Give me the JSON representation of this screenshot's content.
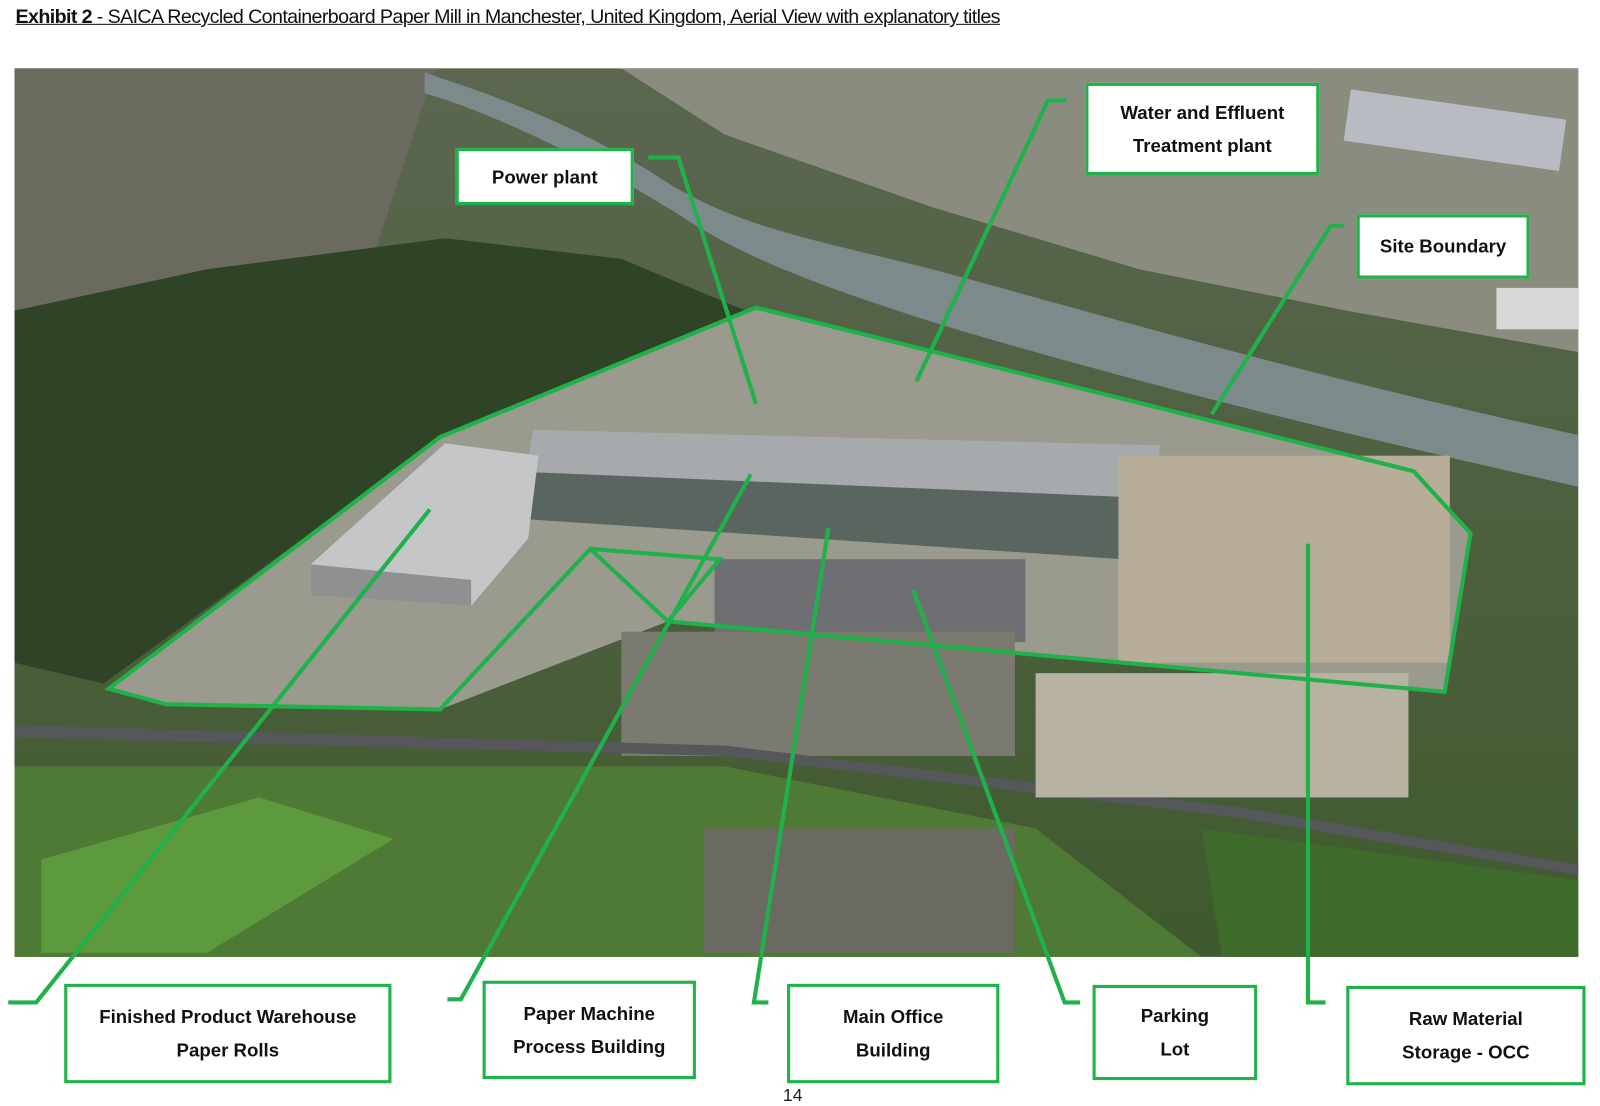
{
  "title": {
    "prefix": "Exhibit 2",
    "text": " - SAICA Recycled Containerboard Paper Mill in Manchester, United Kingdom, Aerial View with explanatory titles"
  },
  "labels": {
    "power_plant": [
      "Power plant"
    ],
    "water_effluent": [
      "Water and Effluent",
      "Treatment plant"
    ],
    "site_boundary": [
      "Site Boundary"
    ],
    "warehouse": [
      "Finished Product Warehouse",
      "Paper Rolls"
    ],
    "paper_machine": [
      "Paper Machine",
      "Process Building"
    ],
    "main_office": [
      "Main Office",
      "Building"
    ],
    "parking": [
      "Parking",
      "Lot"
    ],
    "raw_material": [
      "Raw Material",
      "Storage - OCC"
    ]
  },
  "page_number": "14",
  "colors": {
    "annotation_green": "#1fb24a"
  }
}
